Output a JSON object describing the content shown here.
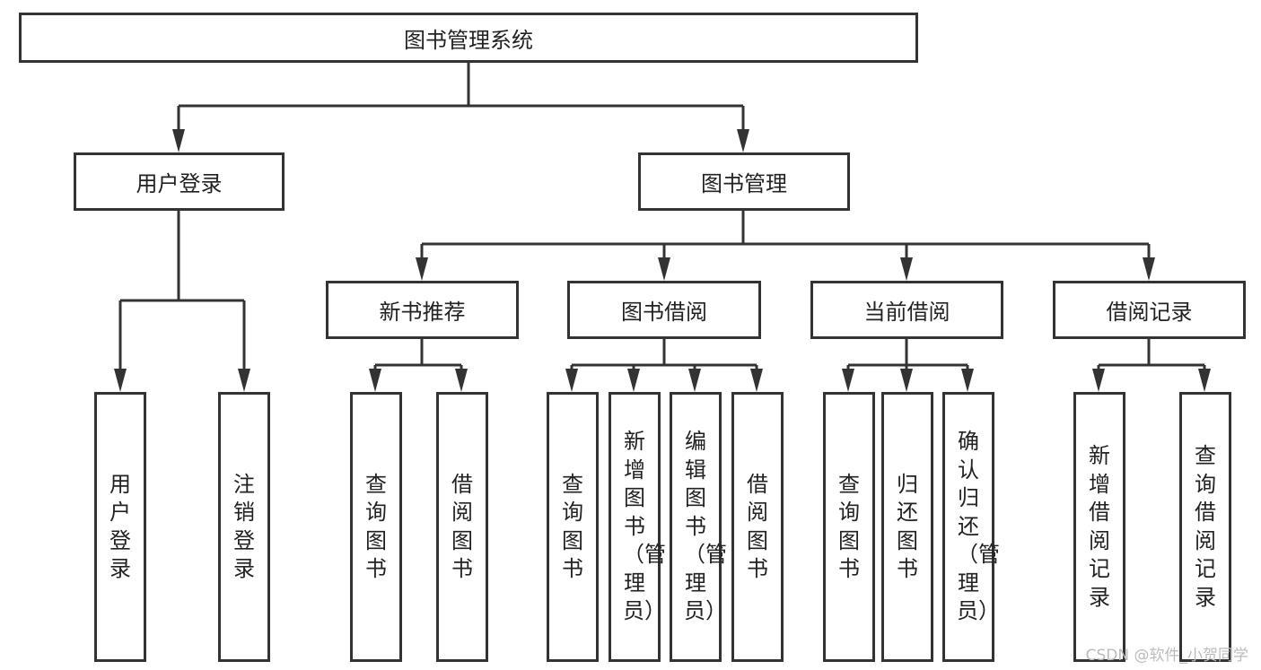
{
  "root": "图书管理系统",
  "level1": [
    "用户登录",
    "图书管理"
  ],
  "user_login_children": [
    "用户登录",
    "注销登录"
  ],
  "book_mgmt_children": [
    {
      "label": "新书推荐",
      "children": [
        "查询图书",
        "借阅图书"
      ]
    },
    {
      "label": "图书借阅",
      "children": [
        "查询图书",
        "新增图书（管理员）",
        "编辑图书（管理员）",
        "借阅图书"
      ]
    },
    {
      "label": "当前借阅",
      "children": [
        "查询图书",
        "归还图书",
        "确认归还（管理员）"
      ]
    },
    {
      "label": "借阅记录",
      "children": [
        "新增借阅记录",
        "查询借阅记录"
      ]
    }
  ],
  "watermark": "CSDN @软件_小贺同学"
}
